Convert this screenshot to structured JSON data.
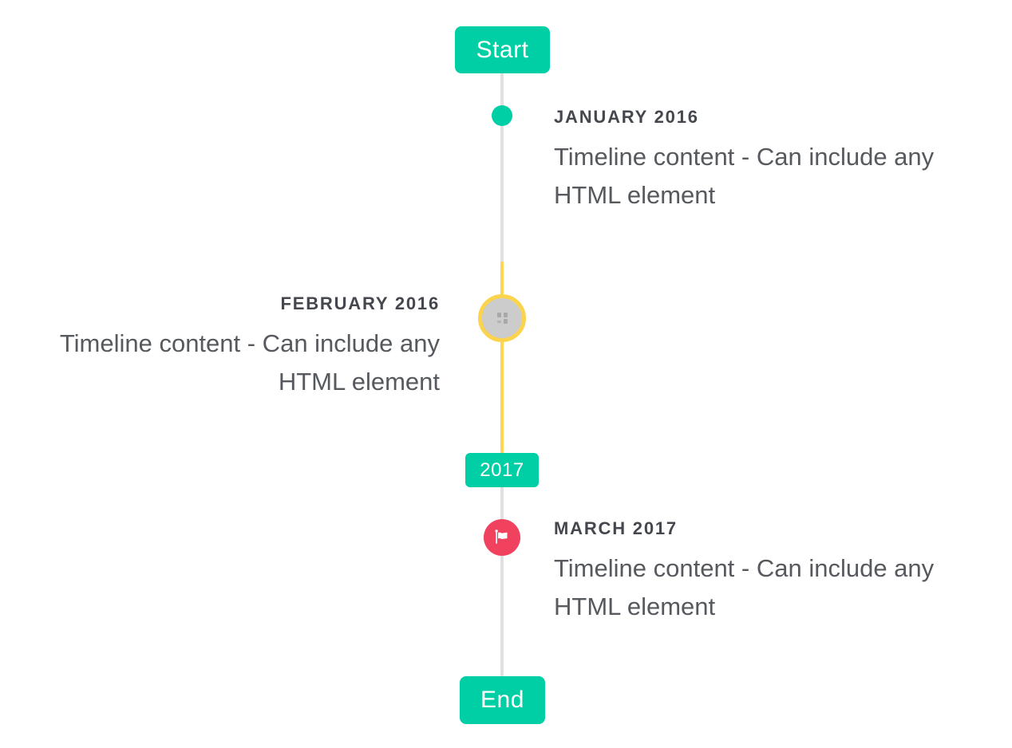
{
  "colors": {
    "accent_teal": "#00cfa6",
    "line_gray": "#e0e0e0",
    "line_yellow": "#fdd54f",
    "marker_ring_yellow": "#fbd34d",
    "marker_gray_fill": "#cccccc",
    "marker_red": "#f0415f",
    "label_color": "#44474d",
    "content_color": "#56595e"
  },
  "timeline": {
    "start_badge": "Start",
    "year_badge": "2017",
    "end_badge": "End",
    "items": [
      {
        "date": "JANUARY 2016",
        "content": "Timeline content - Can include any HTML element",
        "side": "right",
        "marker": "teal-dot"
      },
      {
        "date": "FEBRUARY 2016",
        "content": "Timeline content - Can include any HTML element",
        "side": "left",
        "marker": "gray-image-circle-yellow-ring"
      },
      {
        "date": "MARCH 2017",
        "content": "Timeline content - Can include any HTML element",
        "side": "right",
        "marker": "red-flag-circle"
      }
    ]
  }
}
